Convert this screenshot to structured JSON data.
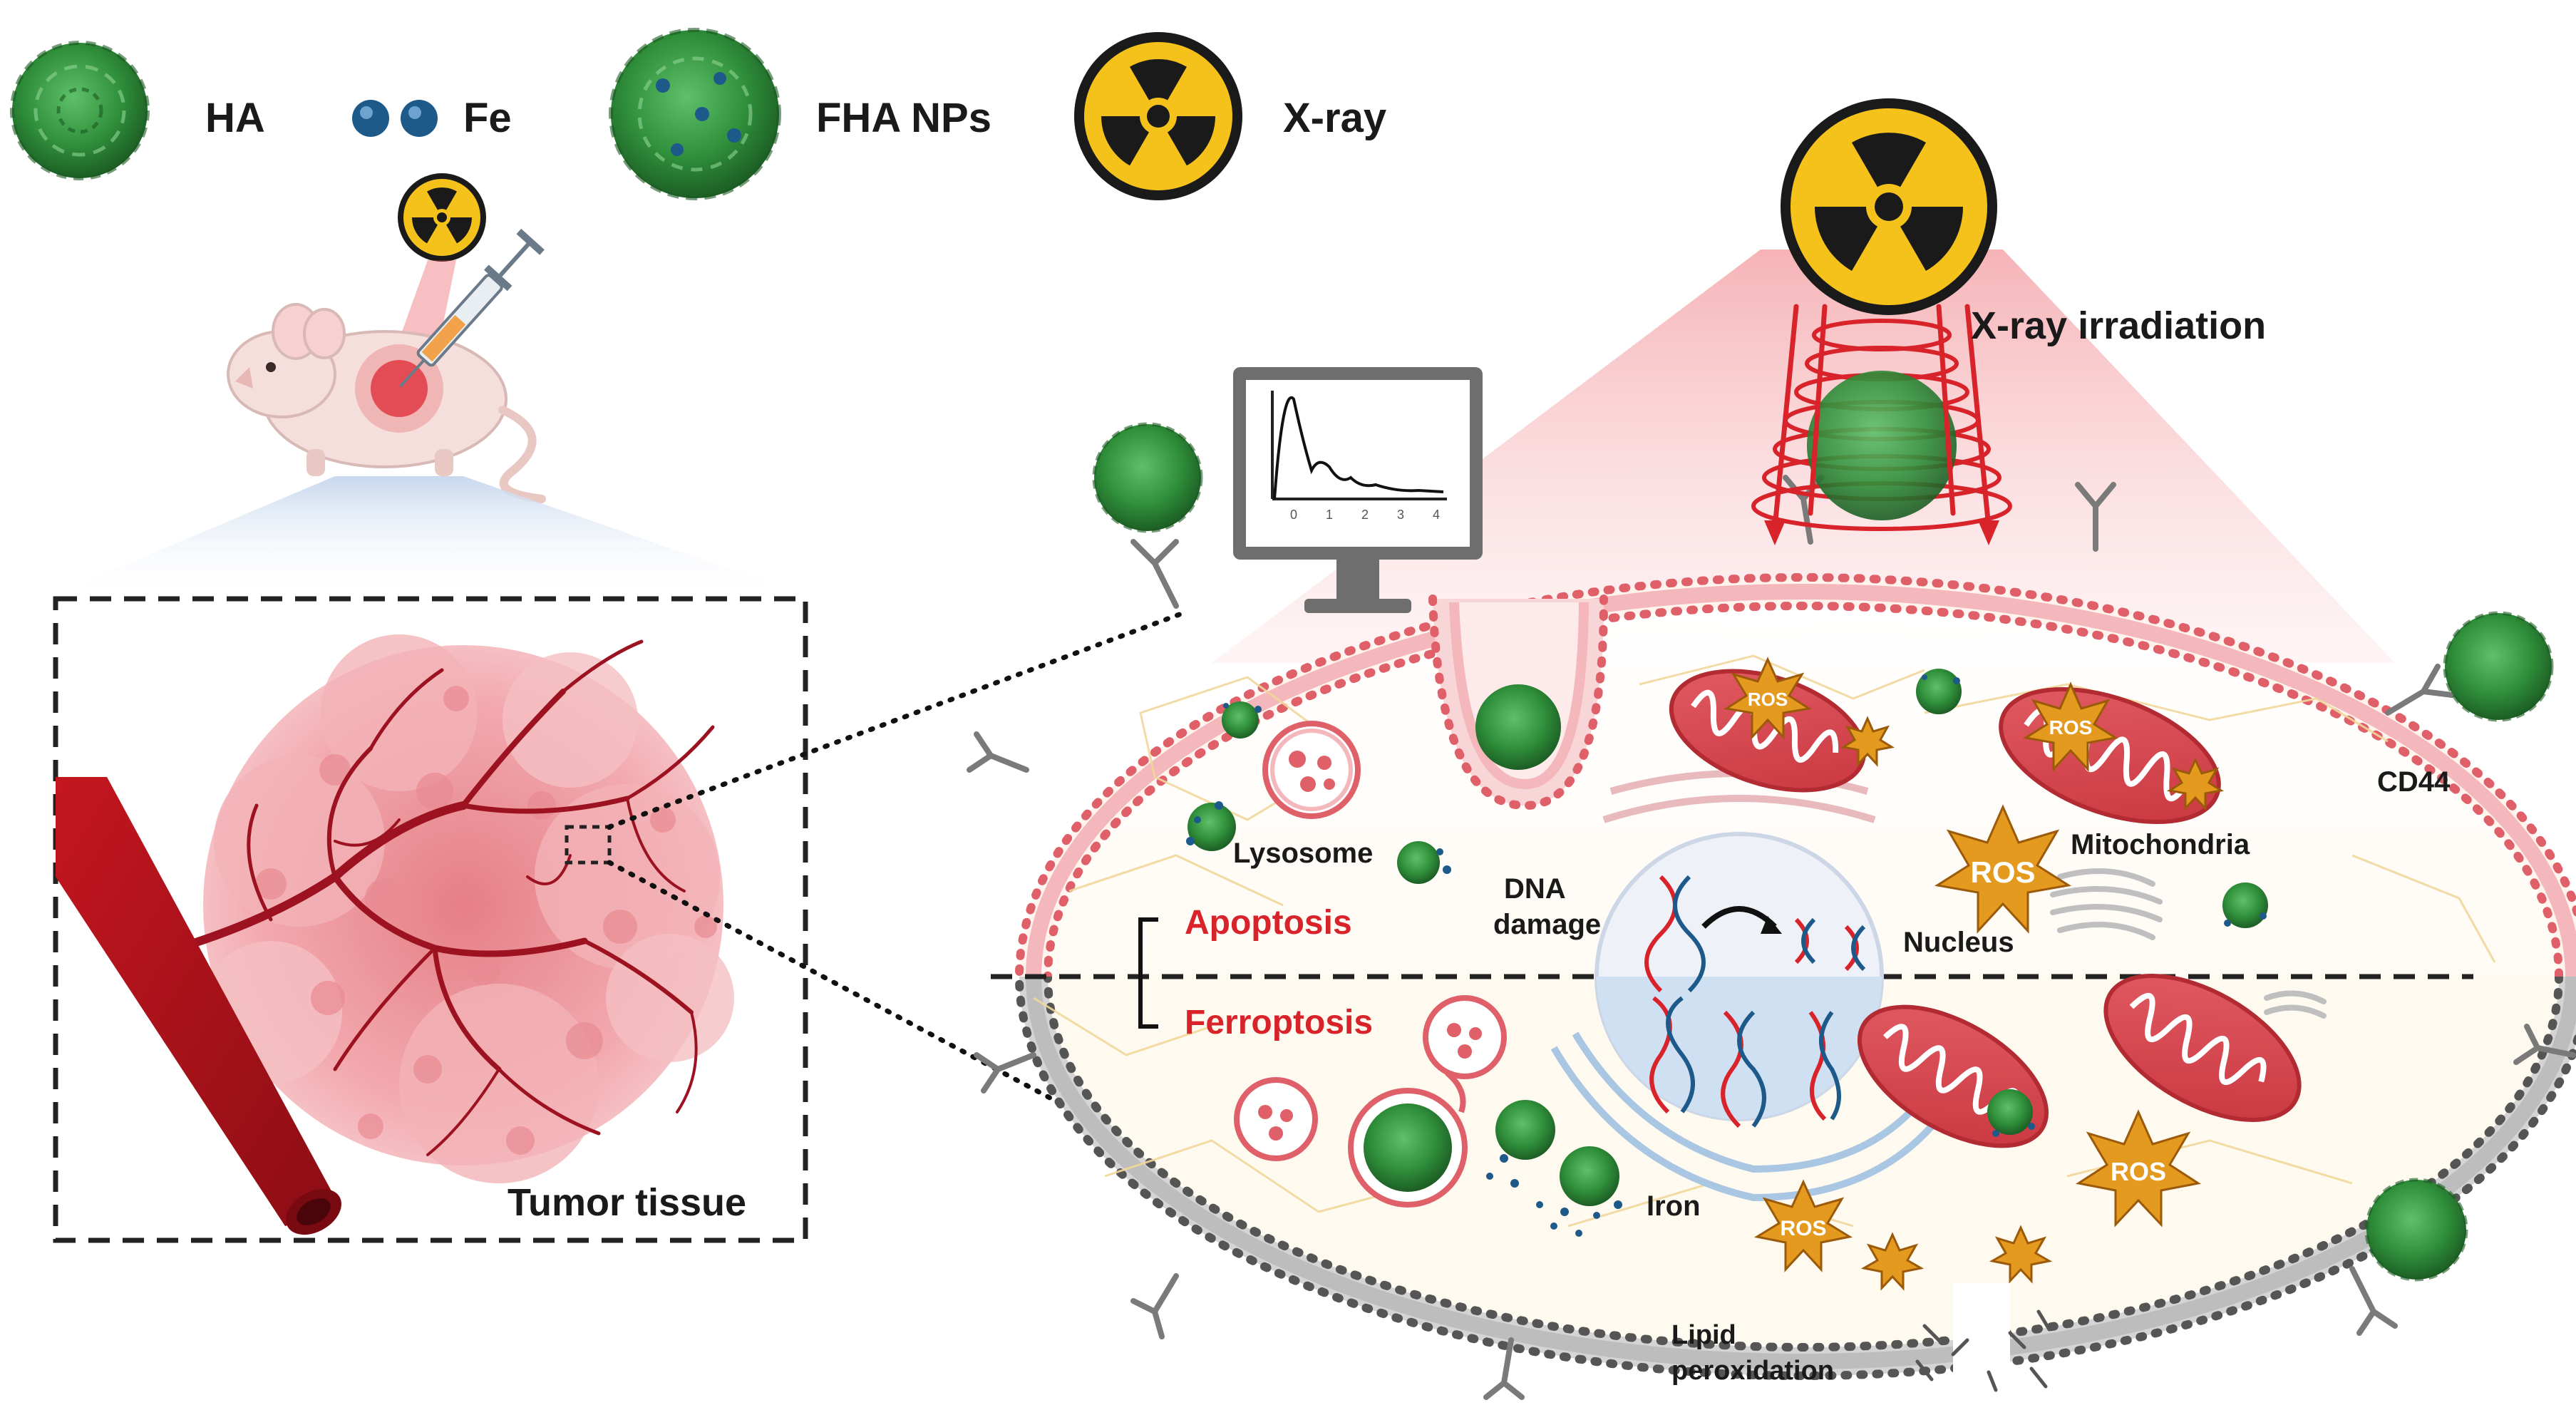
{
  "legend": {
    "ha": "HA",
    "fe": "Fe",
    "fha_nps": "FHA NPs",
    "xray": "X-ray"
  },
  "labels": {
    "xray_irradiation": "X-ray irradiation",
    "tumor_tissue": "Tumor tissue",
    "cd44": "CD44",
    "lysosome": "Lysosome",
    "mitochondria": "Mitochondria",
    "dna_damage_line1": "DNA",
    "dna_damage_line2": "damage",
    "nucleus": "Nucleus",
    "apoptosis": "Apoptosis",
    "ferroptosis": "Ferroptosis",
    "iron": "Iron",
    "lipid_line1": "Lipid",
    "lipid_line2": "peroxidation",
    "ros": "ROS"
  },
  "monitor_ticks": [
    "0",
    "1",
    "2",
    "3",
    "4"
  ],
  "colors": {
    "ha_green": "#2f8f3a",
    "ha_dark": "#1d5e25",
    "fe_blue": "#1d5a8a",
    "xray_yellow": "#f4c21b",
    "membrane_red": "#e0606a",
    "membrane_gray": "#6b6b6b",
    "ros_orange": "#e49a1f",
    "apoptosis_red": "#d8232a",
    "vessel_red": "#b3121f"
  }
}
